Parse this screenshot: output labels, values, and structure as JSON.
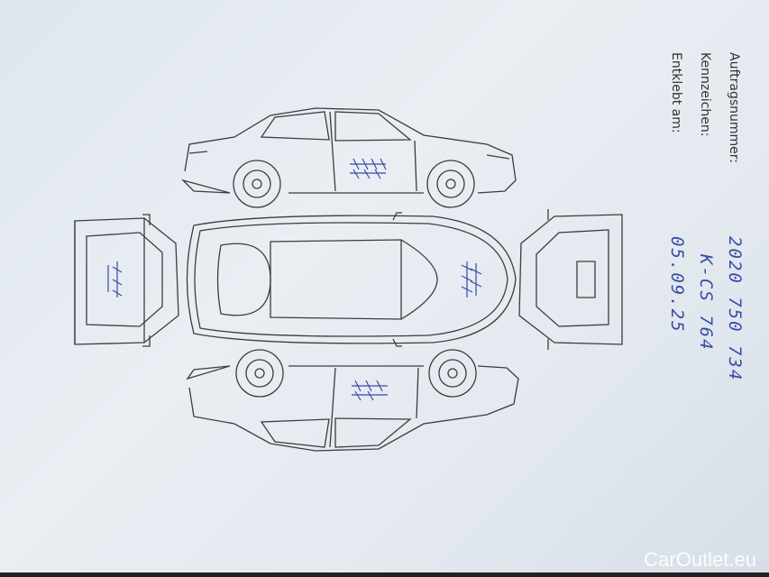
{
  "form": {
    "fields": [
      {
        "label": "Auftragsnummer:",
        "value": "2020 750 734"
      },
      {
        "label": "Kennzeichen:",
        "value": "K-CS 764"
      },
      {
        "label": "Entklebt am:",
        "value": "05.09.25"
      }
    ]
  },
  "watermark": "CarOutlet.eu",
  "colors": {
    "ink": "#3a4aa8",
    "lines": "#3c3c3c",
    "paper": "#e6ecf1"
  }
}
